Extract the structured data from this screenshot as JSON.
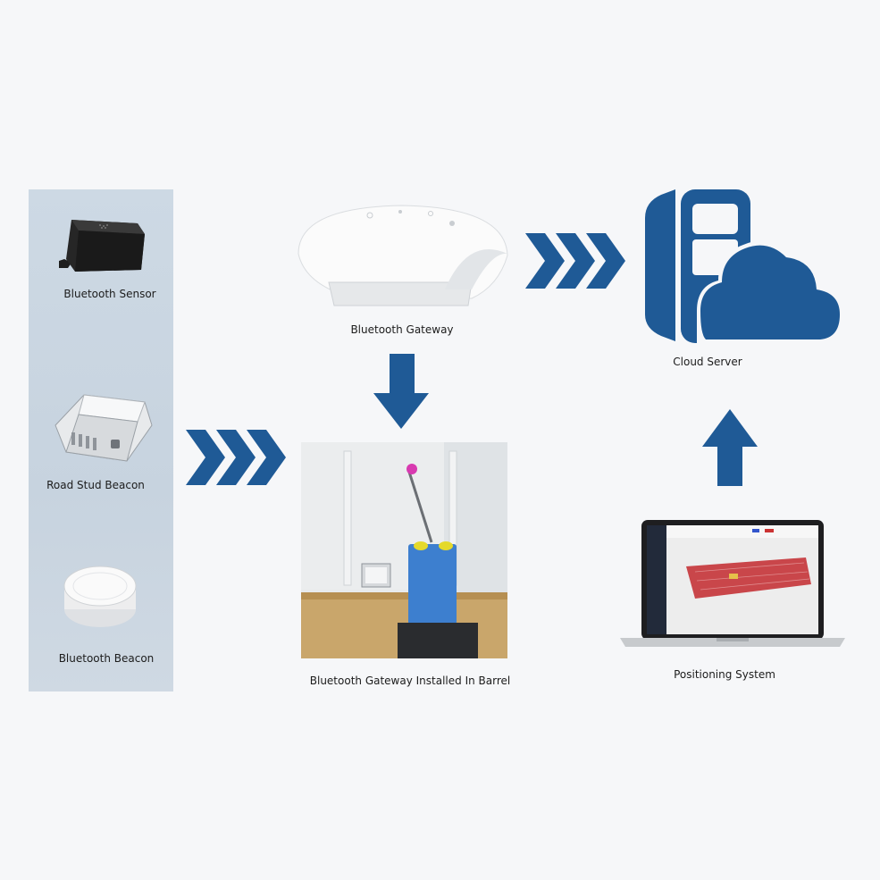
{
  "colors": {
    "accent": "#1f5a96",
    "panel": "#cdd9e4",
    "background": "#f6f7f9",
    "map_red": "#c9464a"
  },
  "devices": [
    {
      "label": "Bluetooth Sensor",
      "icon": "sensor-box-icon"
    },
    {
      "label": "Road Stud Beacon",
      "icon": "road-stud-icon"
    },
    {
      "label": "Bluetooth Beacon",
      "icon": "round-beacon-icon"
    }
  ],
  "gateway": {
    "label": "Bluetooth Gateway",
    "icon": "gateway-dome-icon"
  },
  "installed": {
    "label": "Bluetooth Gateway Installed In Barrel",
    "icon": "sprayer-photo"
  },
  "cloud": {
    "label": "Cloud Server",
    "icon": "cloud-server-icon"
  },
  "positioning": {
    "label": "Positioning System",
    "icon": "laptop-map-icon"
  }
}
